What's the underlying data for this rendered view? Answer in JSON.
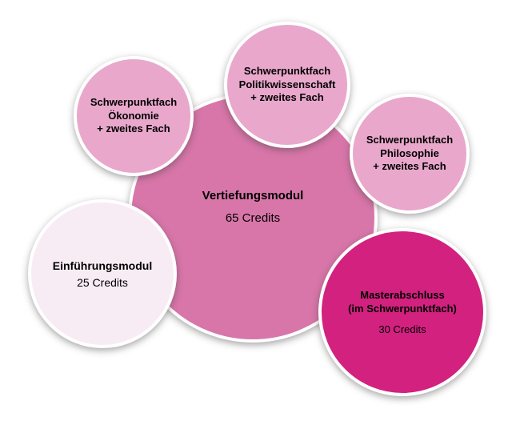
{
  "diagram": {
    "description": "Studienprogramm Module Diagramm",
    "text_color": "#000000",
    "background_color": "#ffffff",
    "circles": {
      "oekonomie": {
        "label": "Schwerpunktfach\nÖkonomie\n+ zweites Fach",
        "color": "#e9a7cc"
      },
      "politikwissenschaft": {
        "label": "Schwerpunktfach\nPolitikwissenschaft\n+ zweites Fach",
        "color": "#e9a7cc"
      },
      "philosophie": {
        "label": "Schwerpunktfach\nPhilosophie\n+ zweites Fach",
        "color": "#e9a7cc"
      },
      "vertiefungsmodul": {
        "label": "Vertiefungsmodul",
        "credits": "65 Credits",
        "color": "#d876a9"
      },
      "einfuehrungsmodul": {
        "label": "Einführungsmodul",
        "credits": "25 Credits",
        "color": "#f8ecf4"
      },
      "masterabschluss": {
        "label": "Masterabschluss\n(im Schwerpunktfach)",
        "credits": "30 Credits",
        "color": "#d2217f"
      }
    }
  }
}
